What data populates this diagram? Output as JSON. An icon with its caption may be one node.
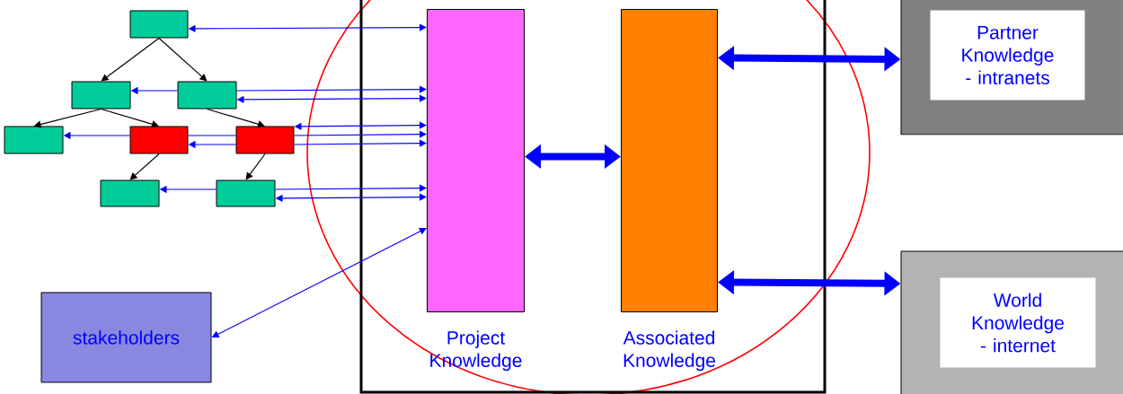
{
  "diagram": {
    "nodes": [
      {
        "text": [],
        "shape": "box"
      },
      {
        "text": [],
        "shape": "box"
      },
      {
        "text": [],
        "shape": "box"
      },
      {
        "text": [],
        "shape": "box"
      },
      {
        "text": [],
        "shape": "box"
      },
      {
        "text": [],
        "shape": "box"
      },
      {
        "text": [],
        "shape": "box"
      },
      {
        "text": [],
        "shape": "box"
      },
      {
        "text": [
          "stakeholders"
        ]
      },
      {
        "text": [],
        "shape": "box"
      },
      {
        "text": [
          "Project Knowledge"
        ],
        "in": 9
      },
      {
        "text": [
          "Associated Knowledge"
        ],
        "in": 9
      },
      {
        "text": [],
        "shape": "box"
      },
      {
        "text": [
          "Partner Knowledge - intranets"
        ],
        "in": 12
      },
      {
        "text": [],
        "shape": "box"
      },
      {
        "text": [
          "World Knowledge - internet"
        ],
        "in": 14
      }
    ],
    "edges": [
      {
        "from": 0,
        "to": 1,
        "arrow": "to",
        "color": "#000000"
      },
      {
        "from": 0,
        "to": 2,
        "arrow": "to",
        "color": "#000000"
      },
      {
        "from": 1,
        "to": 3,
        "arrow": "to",
        "color": "#000000"
      },
      {
        "from": 1,
        "to": 4,
        "arrow": "to",
        "color": "#000000"
      },
      {
        "from": 2,
        "to": 5,
        "arrow": "to",
        "color": "#000000"
      },
      {
        "from": 4,
        "to": 6,
        "arrow": "to",
        "color": "#000000"
      },
      {
        "from": 5,
        "to": 7,
        "arrow": "to",
        "color": "#000000"
      },
      {
        "from": 0,
        "to": 10,
        "arrow": "both"
      },
      {
        "from": 2,
        "to": 1,
        "arrow": "to"
      },
      {
        "from": 2,
        "to": 10,
        "arrow": "to"
      },
      {
        "from": 2,
        "to": 10,
        "arrow": "both"
      },
      {
        "from": 5,
        "to": 10,
        "arrow": "both"
      },
      {
        "from": 4,
        "to": 3,
        "arrow": "to"
      },
      {
        "from": 4,
        "to": 5,
        "arrow": "none"
      },
      {
        "from": 5,
        "to": 10,
        "arrow": "to"
      },
      {
        "from": 5,
        "to": 4,
        "arrow": "to"
      },
      {
        "from": 5,
        "to": 10,
        "arrow": "to"
      },
      {
        "from": 7,
        "to": 10,
        "arrow": "to"
      },
      {
        "from": 7,
        "to": 10,
        "arrow": "both"
      },
      {
        "from": 7,
        "to": 6,
        "arrow": "to"
      },
      {
        "from": 8,
        "to": 10,
        "arrow": "both"
      },
      {
        "from": 10,
        "to": 11,
        "arrow": "both",
        "style": "thick"
      },
      {
        "from": 11,
        "to": 12,
        "arrow": "both",
        "style": "thick"
      },
      {
        "from": 11,
        "to": 14,
        "arrow": "both",
        "style": "thick"
      }
    ]
  }
}
